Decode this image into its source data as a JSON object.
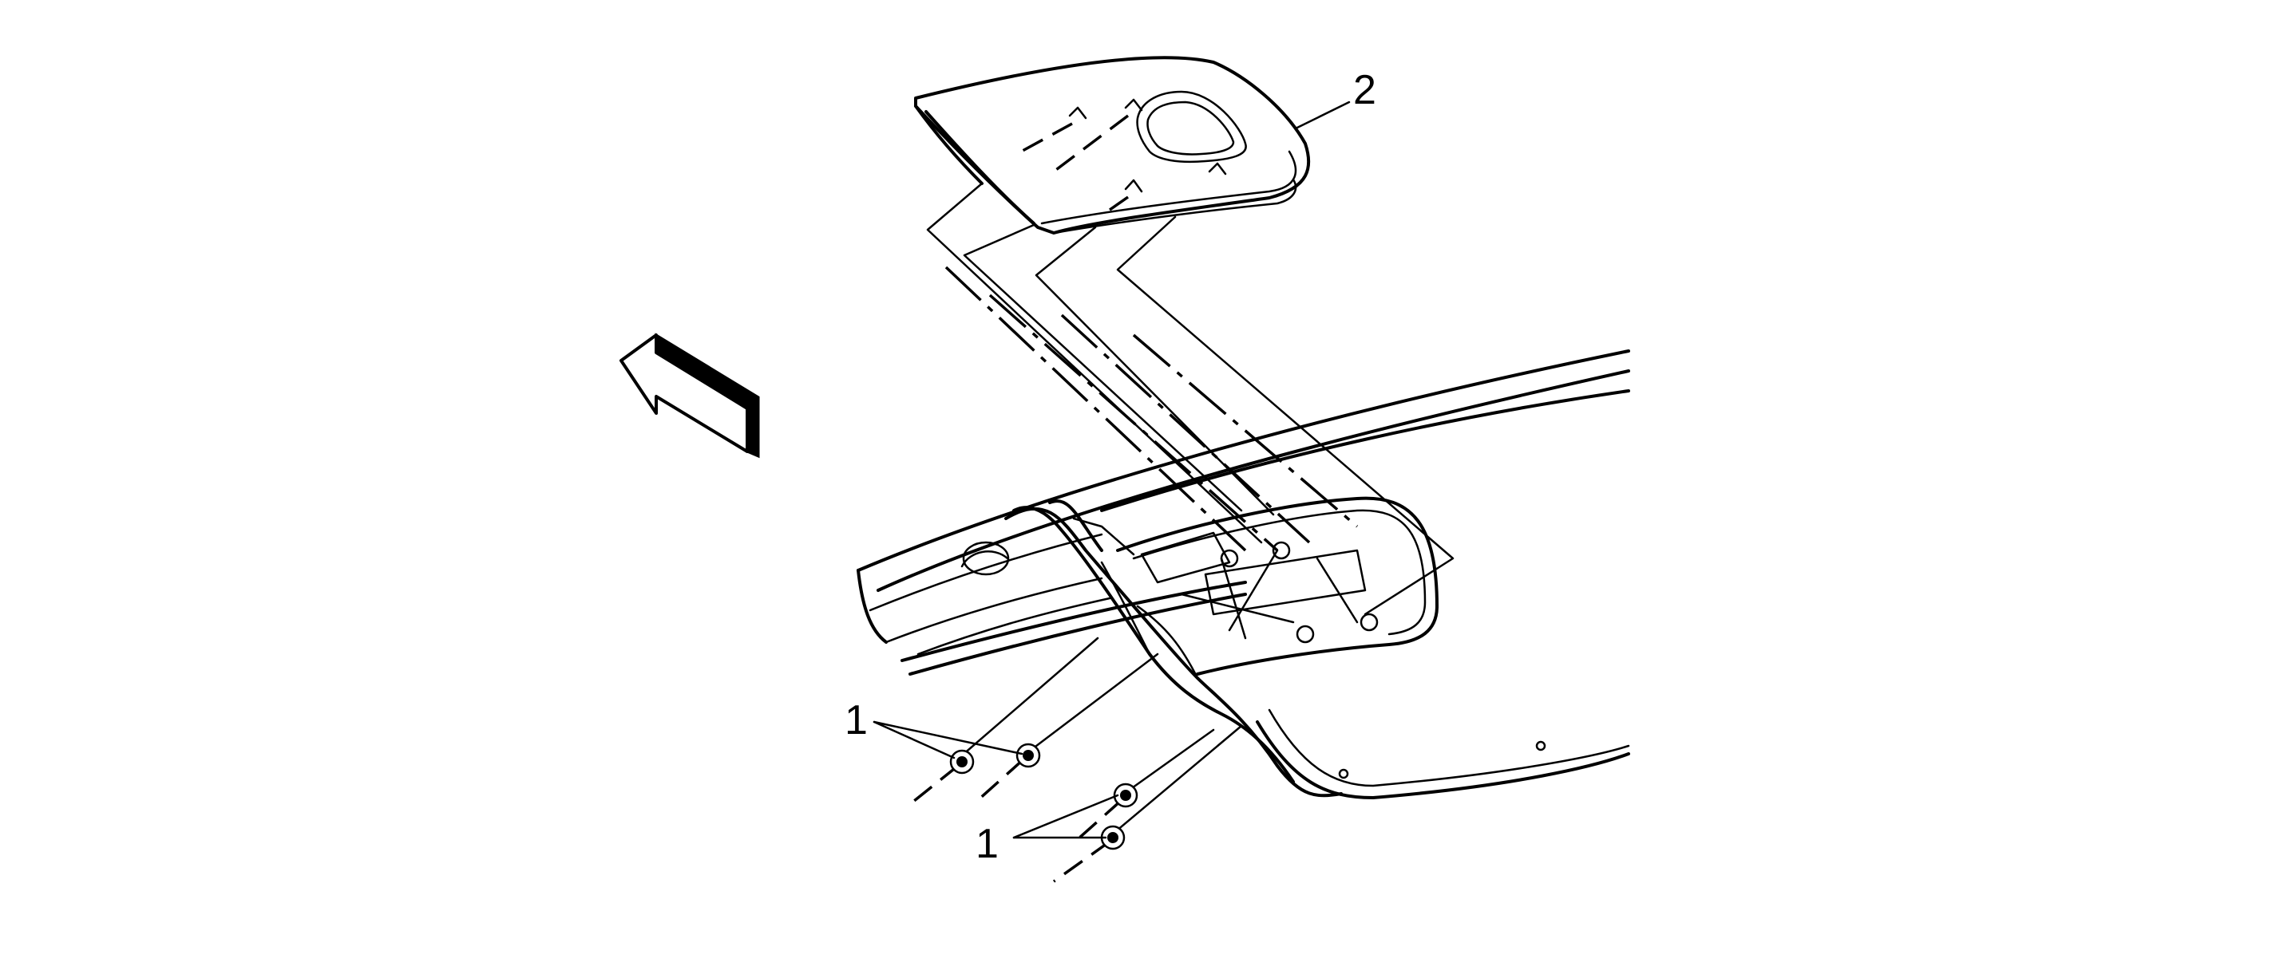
{
  "callouts": {
    "label_2": "2",
    "label_1_upper": "1",
    "label_1_lower": "1"
  },
  "icons": {
    "direction_arrow": "front-direction-arrow-icon",
    "fastener": "nut-icon"
  },
  "colors": {
    "ink": "#000000",
    "background": "#ffffff"
  }
}
